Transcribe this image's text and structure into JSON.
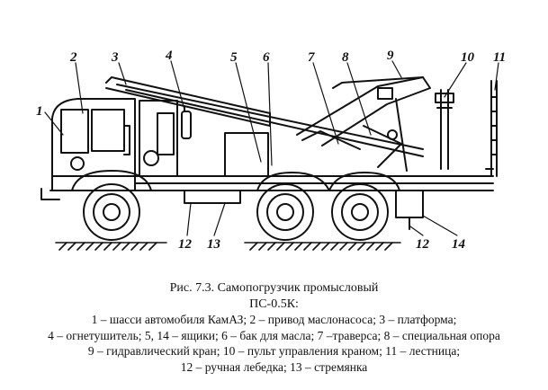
{
  "figure": {
    "callouts": [
      "1",
      "2",
      "3",
      "4",
      "5",
      "6",
      "7",
      "8",
      "9",
      "10",
      "11",
      "12",
      "13",
      "14"
    ],
    "caption_title": "Рис. 7.3. Самопогрузчик промысловый",
    "caption_model": "ПС-0.5К:",
    "legend_lines": [
      "1 – шасси автомобиля КамАЗ; 2 – привод маслонасоса; 3 – платформа;",
      "4 – огнетушитель; 5, 14 – ящики; 6 – бак для масла; 7 –траверса; 8 – специальная опора",
      "9 – гидравлический кран; 10 – пульт управления краном; 11 – лестница;",
      "12 – ручная лебедка; 13 – стремянка"
    ]
  }
}
